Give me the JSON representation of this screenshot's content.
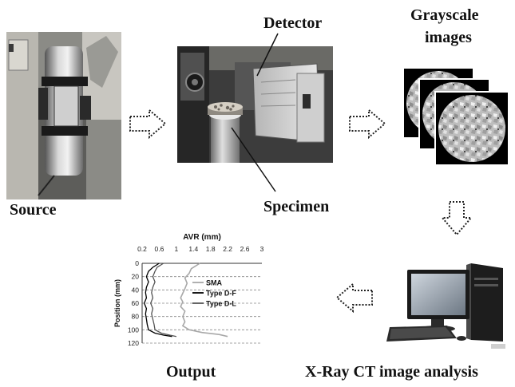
{
  "labels": {
    "source": "Source",
    "detector": "Detector",
    "grayscale_line1": "Grayscale",
    "grayscale_line2": "images",
    "specimen": "Specimen",
    "output": "Output",
    "analysis": "X-Ray CT image analysis"
  },
  "colors": {
    "arrow_dots": "#222222",
    "sma_line": "#a8a8a8",
    "type_df_line": "#000000",
    "type_dl_line": "#555555"
  },
  "chart_data": {
    "type": "line",
    "title": "AVR (mm)",
    "xlabel": "AVR (mm)",
    "ylabel": "Position (mm)",
    "x_ticks": [
      "0.2",
      "0.6",
      "1",
      "1.4",
      "1.8",
      "2.2",
      "2.6",
      "3"
    ],
    "y_ticks": [
      "0",
      "20",
      "40",
      "60",
      "80",
      "100",
      "120"
    ],
    "xlim": [
      0.2,
      3
    ],
    "ylim": [
      0,
      120
    ],
    "y_inverted": true,
    "gridlines": "dashed-horizontal",
    "legend_position": "right",
    "series": [
      {
        "name": "SMA",
        "color": "#a8a8a8",
        "points": [
          [
            1.55,
            0
          ],
          [
            1.35,
            8
          ],
          [
            1.3,
            15
          ],
          [
            1.2,
            22
          ],
          [
            1.25,
            30
          ],
          [
            1.2,
            38
          ],
          [
            1.15,
            45
          ],
          [
            1.1,
            52
          ],
          [
            1.15,
            58
          ],
          [
            1.1,
            65
          ],
          [
            1.2,
            72
          ],
          [
            1.15,
            80
          ],
          [
            1.2,
            88
          ],
          [
            1.15,
            94
          ],
          [
            1.3,
            100
          ],
          [
            1.6,
            104
          ],
          [
            2.0,
            107
          ],
          [
            2.2,
            110
          ]
        ]
      },
      {
        "name": "Type D-F",
        "color": "#000000",
        "points": [
          [
            0.6,
            0
          ],
          [
            0.45,
            6
          ],
          [
            0.35,
            12
          ],
          [
            0.3,
            20
          ],
          [
            0.35,
            28
          ],
          [
            0.3,
            36
          ],
          [
            0.28,
            44
          ],
          [
            0.3,
            52
          ],
          [
            0.25,
            60
          ],
          [
            0.3,
            68
          ],
          [
            0.28,
            76
          ],
          [
            0.3,
            84
          ],
          [
            0.32,
            92
          ],
          [
            0.35,
            100
          ],
          [
            0.5,
            105
          ],
          [
            0.7,
            108
          ],
          [
            0.9,
            110
          ]
        ]
      },
      {
        "name": "Type D-L",
        "color": "#555555",
        "points": [
          [
            0.7,
            0
          ],
          [
            0.55,
            6
          ],
          [
            0.5,
            12
          ],
          [
            0.45,
            20
          ],
          [
            0.5,
            28
          ],
          [
            0.45,
            36
          ],
          [
            0.42,
            44
          ],
          [
            0.45,
            52
          ],
          [
            0.4,
            60
          ],
          [
            0.45,
            68
          ],
          [
            0.42,
            76
          ],
          [
            0.45,
            84
          ],
          [
            0.48,
            92
          ],
          [
            0.5,
            100
          ],
          [
            0.65,
            105
          ],
          [
            0.85,
            108
          ],
          [
            1.0,
            110
          ]
        ]
      }
    ]
  }
}
